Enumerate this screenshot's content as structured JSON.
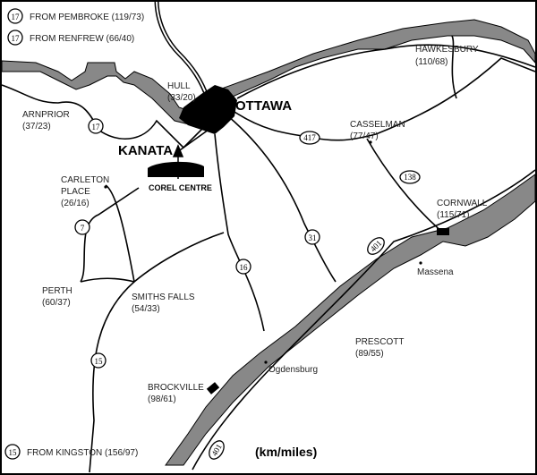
{
  "legend": [
    {
      "route": "17",
      "text": "FROM PEMBROKE (119/73)"
    },
    {
      "route": "17",
      "text": "FROM RENFREW (66/40)"
    },
    {
      "route": "15",
      "text": "FROM KINGSTON (156/97)"
    }
  ],
  "cities": {
    "ottawa": "OTTAWA",
    "kanata": "KANATA",
    "hull": [
      "HULL",
      "(33/20)"
    ],
    "arnprior": [
      "ARNPRIOR",
      "(37/23)"
    ],
    "carleton_place": [
      "CARLETON",
      "PLACE",
      "(26/16)"
    ],
    "perth": [
      "PERTH",
      "(60/37)"
    ],
    "smiths_falls": [
      "SMITHS FALLS",
      "(54/33)"
    ],
    "brockville": [
      "BROCKVILLE",
      "(98/61)"
    ],
    "prescott": [
      "PRESCOTT",
      "(89/55)"
    ],
    "ogdensburg": "Ogdensburg",
    "massena": "Massena",
    "hawkesbury": [
      "HAWKESBURY",
      "(110/68)"
    ],
    "casselman": [
      "CASSELMAN",
      "(77/47)"
    ],
    "cornwall": [
      "CORNWALL",
      "(115/71)"
    ]
  },
  "routes": {
    "r17": "17",
    "r7": "7",
    "r15": "15",
    "r16": "16",
    "r31": "31",
    "r417": "417",
    "r138": "138",
    "r401a": "401",
    "r401b": "401"
  },
  "venue": "COREL CENTRE",
  "units": "(km/miles)",
  "colors": {
    "water": "#888888",
    "roads": "#000000"
  }
}
